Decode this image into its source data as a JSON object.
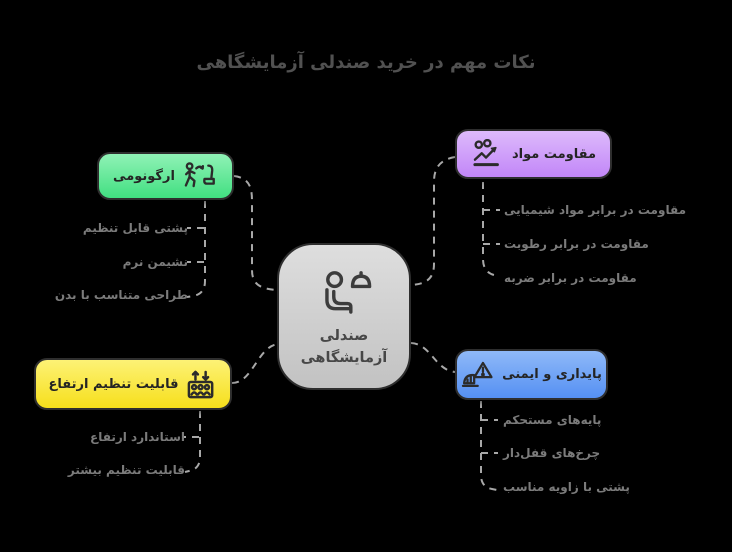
{
  "title": "نکات مهم در خرید صندلی آزمایشگاهی",
  "center": {
    "label_line1": "صندلی",
    "label_line2": "آزمایشگاهی",
    "icon": "seated-person-lab-lamp-icon"
  },
  "branches": {
    "ergonomics": {
      "label": "ارگونومی",
      "icon": "person-approaching-chair-icon",
      "color_top": "#90f2b6",
      "color_bottom": "#41df81",
      "items": [
        "پشتی قابل تنظیم",
        "نشیمن نرم",
        "طراحی متناسب با بدن"
      ]
    },
    "material_resistance": {
      "label": "مقاومت مواد",
      "icon": "chemical-bubbles-trend-icon",
      "color_top": "#ddbafb",
      "color_bottom": "#c286f8",
      "items": [
        "مقاومت در برابر مواد شیمیایی",
        "مقاومت در برابر رطوبت",
        "مقاومت در برابر ضربه"
      ]
    },
    "height_adjustability": {
      "label": "قابلیت تنظیم ارتفاع",
      "icon": "elevator-up-down-icon",
      "color_top": "#fdf276",
      "color_bottom": "#f6df1b",
      "items": [
        "استاندارد ارتفاع",
        "قابلیت تنظیم بیشتر"
      ]
    },
    "stability_safety": {
      "label": "پایداری و ایمنی",
      "icon": "warning-ramp-icon",
      "color_top": "#8fb9f8",
      "color_bottom": "#5590f3",
      "items": [
        "پایه‌های مستحکم",
        "چرخ‌های قفل‌دار",
        "پشتی با زاویه مناسب"
      ]
    }
  },
  "connector_color": "#a8a8a8",
  "background_color": "#000000"
}
